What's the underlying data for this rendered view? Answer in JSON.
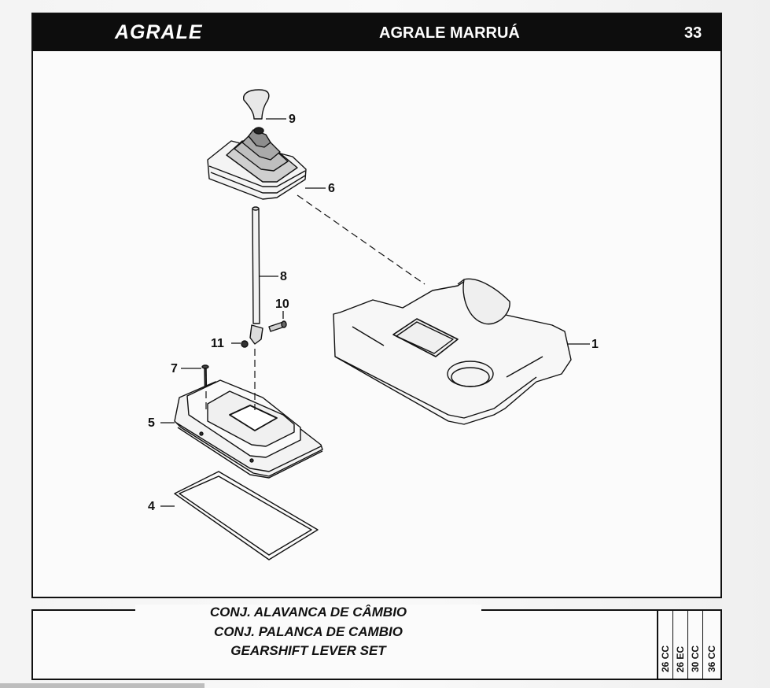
{
  "header": {
    "brand": "AGRALE",
    "model": "AGRALE MARRUÁ",
    "page_number": "33"
  },
  "diagram": {
    "callouts": [
      "1",
      "4",
      "5",
      "6",
      "7",
      "8",
      "9",
      "10",
      "11"
    ]
  },
  "footer": {
    "title_pt": "CONJ. ALAVANCA DE CÂMBIO",
    "title_es": "CONJ. PALANCA DE CAMBIO",
    "title_en": "GEARSHIFT LEVER SET",
    "codes": [
      "26 CC",
      "26 EC",
      "30 CC",
      "36 CC"
    ]
  }
}
